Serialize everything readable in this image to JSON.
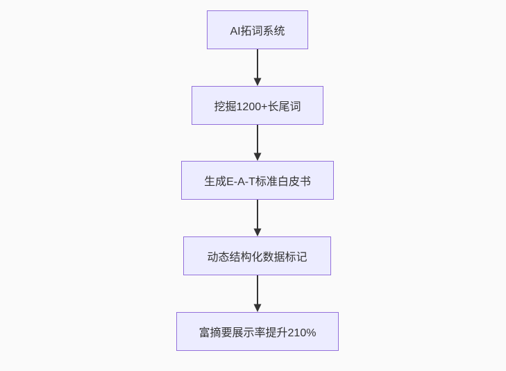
{
  "diagram": {
    "type": "flowchart",
    "direction": "top-down",
    "colors": {
      "canvas_background": "#fafafa",
      "node_fill": "#ECECFF",
      "node_border": "#9370DB",
      "node_text": "#333333",
      "edge_stroke": "#333333"
    },
    "nodes": [
      {
        "id": "n1",
        "label": "AI拓词系统"
      },
      {
        "id": "n2",
        "label": "挖掘1200+长尾词"
      },
      {
        "id": "n3",
        "label": "生成E-A-T标准白皮书"
      },
      {
        "id": "n4",
        "label": "动态结构化数据标记"
      },
      {
        "id": "n5",
        "label": "富摘要展示率提升210%"
      }
    ],
    "edges": [
      {
        "from": "n1",
        "to": "n2"
      },
      {
        "from": "n2",
        "to": "n3"
      },
      {
        "from": "n3",
        "to": "n4"
      },
      {
        "from": "n4",
        "to": "n5"
      }
    ]
  }
}
